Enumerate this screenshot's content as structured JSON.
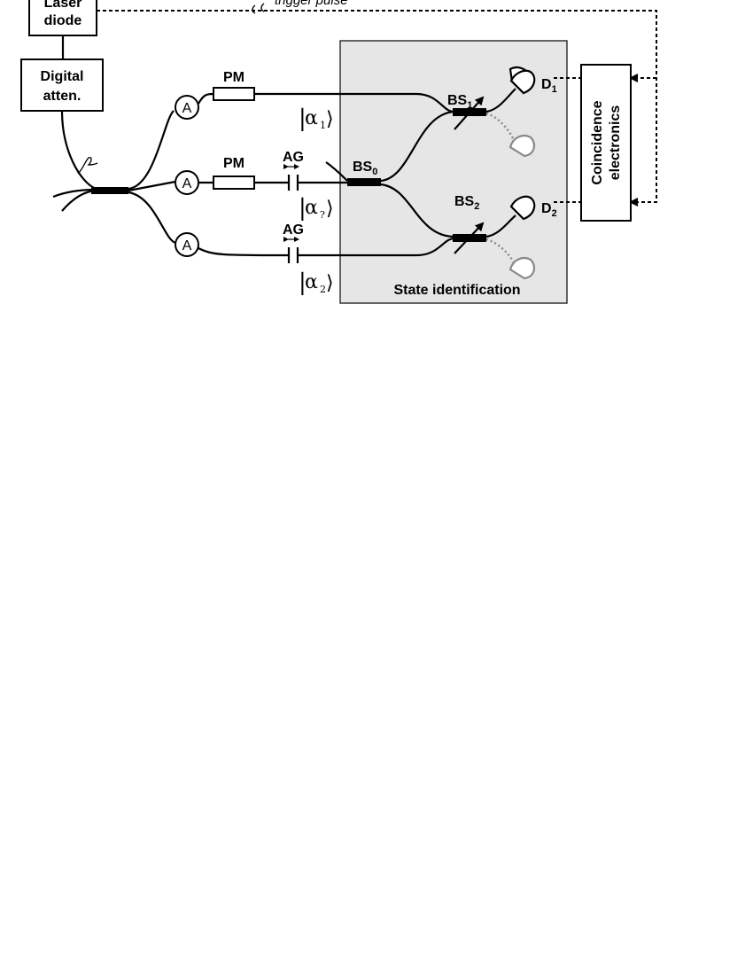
{
  "components": {
    "laser": [
      "Laser",
      "diode"
    ],
    "attenuator": [
      "Digital",
      "atten."
    ],
    "pm": "PM",
    "ag": "AG",
    "atten_symbol": "A",
    "trigger": "trigger pulse",
    "coincidence": [
      "Coincidence",
      "electronics"
    ]
  },
  "beam_splitters": {
    "bs0": {
      "base": "BS",
      "sub": "0"
    },
    "bs1": {
      "base": "BS",
      "sub": "1"
    },
    "bs2": {
      "base": "BS",
      "sub": "2"
    }
  },
  "detectors": {
    "d1": {
      "base": "D",
      "sub": "1"
    },
    "d2": {
      "base": "D",
      "sub": "2"
    }
  },
  "states": {
    "top": {
      "symbol": "α",
      "sub": "1"
    },
    "mid": {
      "symbol": "α",
      "sub": "?"
    },
    "bot": {
      "symbol": "α",
      "sub": "2"
    }
  },
  "region_label": "State identification",
  "colors": {
    "panel_fill": "#e6e6e6",
    "line": "#000000",
    "inactive_detector": "#888888"
  }
}
